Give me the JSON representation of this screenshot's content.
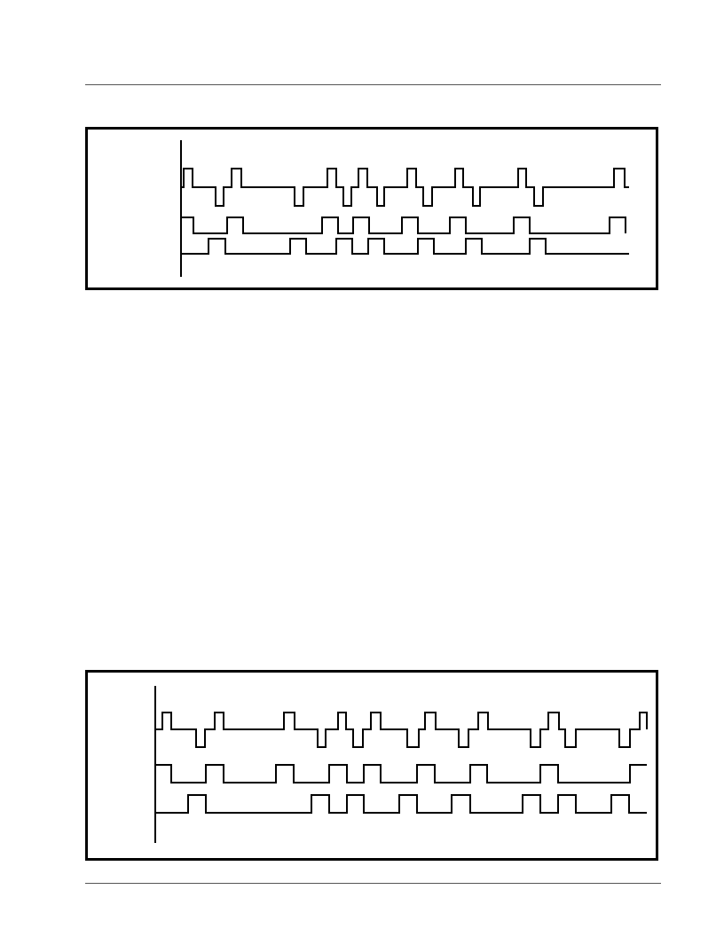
{
  "page": {
    "header_rule": "",
    "footer_rule": ""
  },
  "figures": [
    {
      "id": "timing-diagram-1",
      "signals": [
        {
          "name": "",
          "type": "bipolar-pulses"
        },
        {
          "name": "",
          "type": "digital"
        },
        {
          "name": "",
          "type": "digital"
        }
      ]
    },
    {
      "id": "timing-diagram-2",
      "signals": [
        {
          "name": "",
          "type": "bipolar-pulses"
        },
        {
          "name": "",
          "type": "digital"
        },
        {
          "name": "",
          "type": "digital"
        }
      ]
    }
  ],
  "colors": {
    "line": "#000000",
    "frame": "#000000",
    "background": "#ffffff"
  }
}
